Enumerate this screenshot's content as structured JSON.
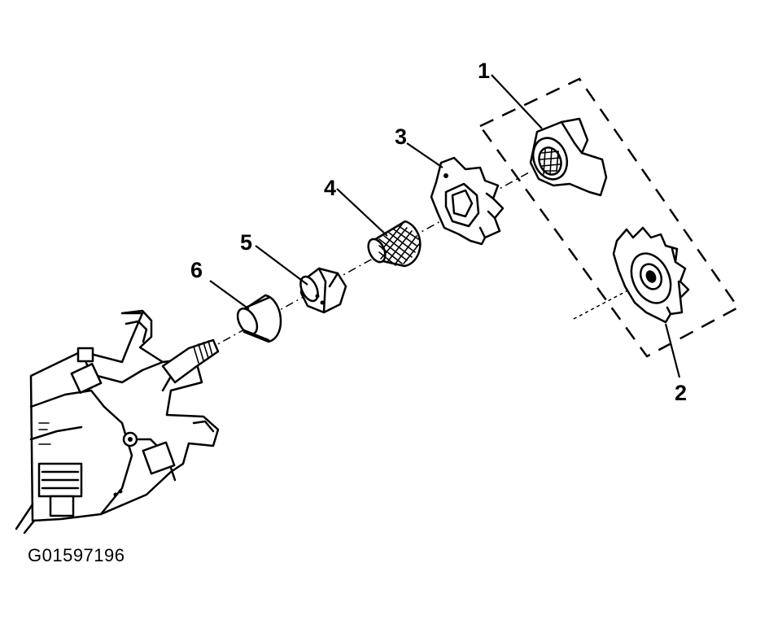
{
  "figure_id": "G01597196",
  "callouts": {
    "c1": "1",
    "c2": "2",
    "c3": "3",
    "c4": "4",
    "c5": "5",
    "c6": "6"
  },
  "colors": {
    "ink": "#000000",
    "background": "#ffffff"
  }
}
